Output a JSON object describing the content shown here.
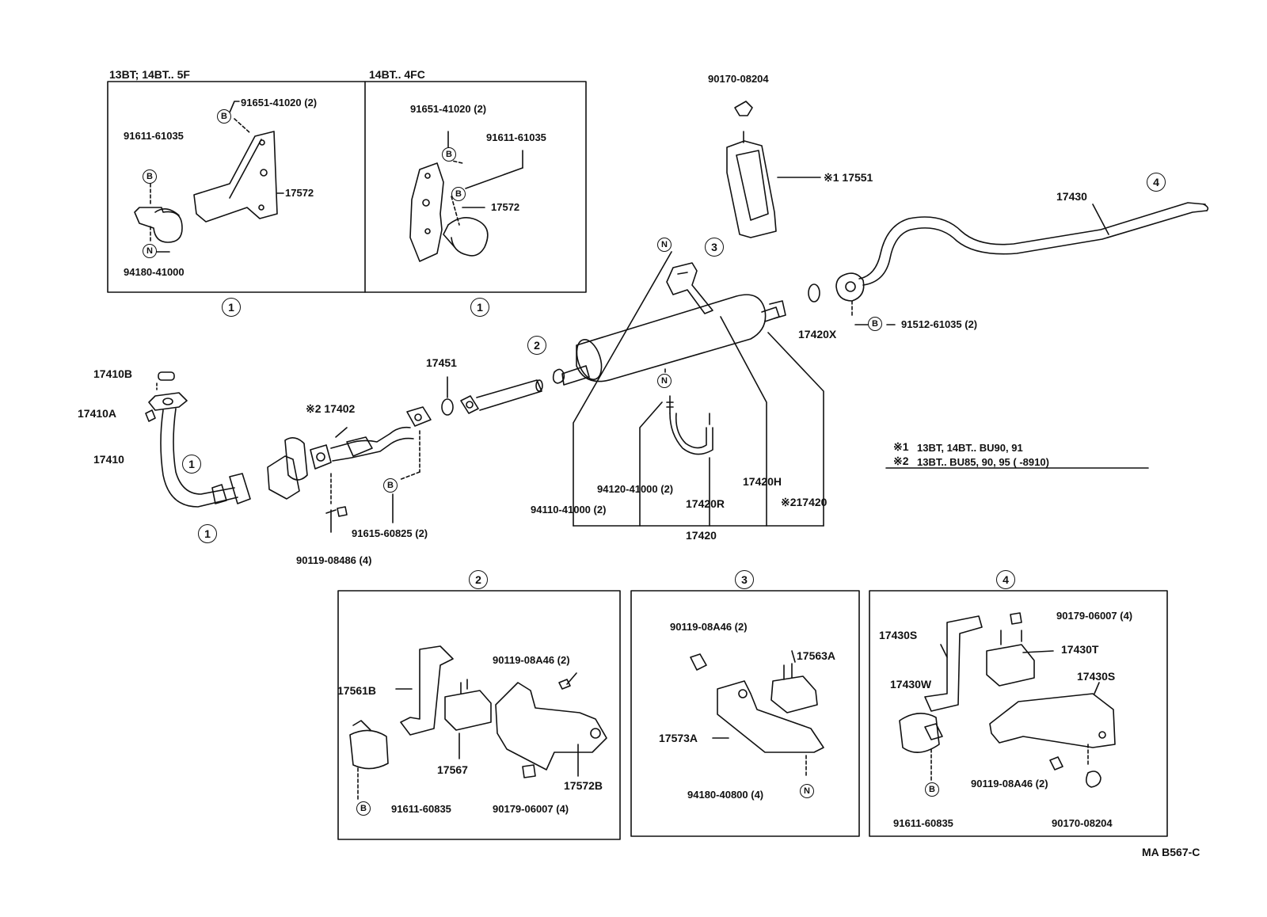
{
  "diagram_code": "MA B567-C",
  "callouts": {
    "c1": "1",
    "c2": "2",
    "c3": "3",
    "c4": "4"
  },
  "markers": {
    "bolt": "B",
    "nut": "N"
  },
  "inset1": {
    "left_title": "13BT; 14BT.. 5F",
    "right_title": "14BT.. 4FC",
    "left_parts": [
      "91651-41020 (2)",
      "91611-61035",
      "17572",
      "94180-41000"
    ],
    "right_parts": [
      "91651-41020 (2)",
      "91611-61035",
      "17572"
    ]
  },
  "top_parts": {
    "nut": "90170-08204",
    "bracket": "※1 17551",
    "tailpipe": "17430"
  },
  "main_parts": {
    "p17410B": "17410B",
    "p17410A": "17410A",
    "p17410": "17410",
    "p17402": "※2 17402",
    "p17451": "17451",
    "p90119_08486": "90119-08486 (4)",
    "p91615_60825": "91615-60825 (2)",
    "p17420X": "17420X",
    "p91512_61035": "91512-61035 (2)",
    "p94120_41000": "94120-41000 (2)",
    "p17420H": "17420H",
    "p17420R": "17420R",
    "p94110_41000": "94110-41000 (2)",
    "p217420": "※217420",
    "p17420": "17420"
  },
  "notes": [
    {
      "mark": "※1",
      "text": "13BT, 14BT.. BU90, 91"
    },
    {
      "mark": "※2",
      "text": "13BT.. BU85, 90, 95 (        -8910)"
    }
  ],
  "box2": {
    "parts": [
      "17561B",
      "90119-08A46 (2)",
      "17567",
      "17572B",
      "91611-60835",
      "90179-06007 (4)"
    ]
  },
  "box3": {
    "parts": [
      "90119-08A46 (2)",
      "17563A",
      "17573A",
      "94180-40800 (4)"
    ]
  },
  "box4": {
    "parts": [
      "90179-06007 (4)",
      "17430S",
      "17430T",
      "17430W",
      "17430S",
      "90119-08A46 (2)",
      "91611-60835",
      "90170-08204"
    ]
  }
}
